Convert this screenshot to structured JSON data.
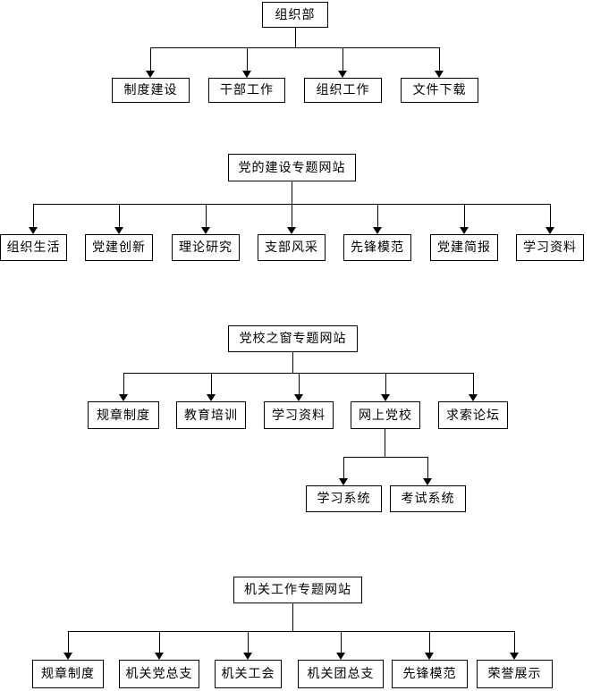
{
  "diagram": {
    "colors": {
      "background": "#ffffff",
      "line": "#000000",
      "box_border": "#000000",
      "box_fill": "#ffffff",
      "text": "#000000"
    },
    "trees": [
      {
        "root": "组织部",
        "children": [
          "制度建设",
          "干部工作",
          "组织工作",
          "文件下载"
        ]
      },
      {
        "root": "党的建设专题网站",
        "children": [
          "组织生活",
          "党建创新",
          "理论研究",
          "支部风采",
          "先锋模范",
          "党建简报",
          "学习资料"
        ]
      },
      {
        "root": "党校之窗专题网站",
        "children": [
          "规章制度",
          "教育培训",
          "学习资料",
          "网上党校",
          "求索论坛"
        ],
        "subtree": {
          "parent_label": "网上党校",
          "children": [
            "学习系统",
            "考试系统"
          ]
        }
      },
      {
        "root": "机关工作专题网站",
        "children": [
          "规章制度",
          "机关党总支",
          "机关工会",
          "机关团总支",
          "先锋模范",
          "荣誉展示"
        ]
      }
    ]
  }
}
